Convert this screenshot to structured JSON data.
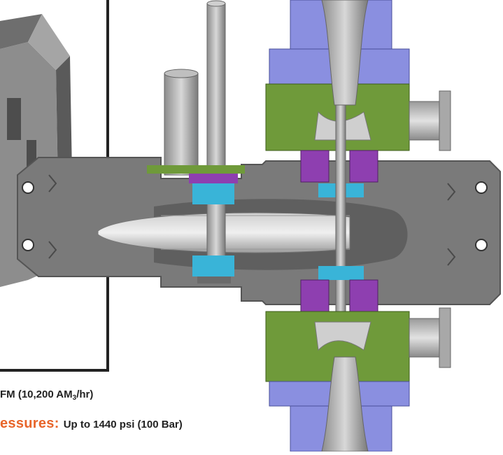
{
  "specs": {
    "flow_value": "FM (10,200 AM",
    "flow_unit_sub": "3",
    "flow_unit_tail": "/hr)",
    "pressure_label": "essures:",
    "pressure_value": "Up to 1440 psi (100 Bar)"
  },
  "colors": {
    "housing_gray": "#7a7a7a",
    "housing_dark": "#5f5f5f",
    "flange_blue": "#8a8fe0",
    "seal_green": "#6f9a3a",
    "bearing_purple": "#8e3fb0",
    "seal_cyan": "#39b4d8",
    "accent_orange": "#e8652a"
  }
}
